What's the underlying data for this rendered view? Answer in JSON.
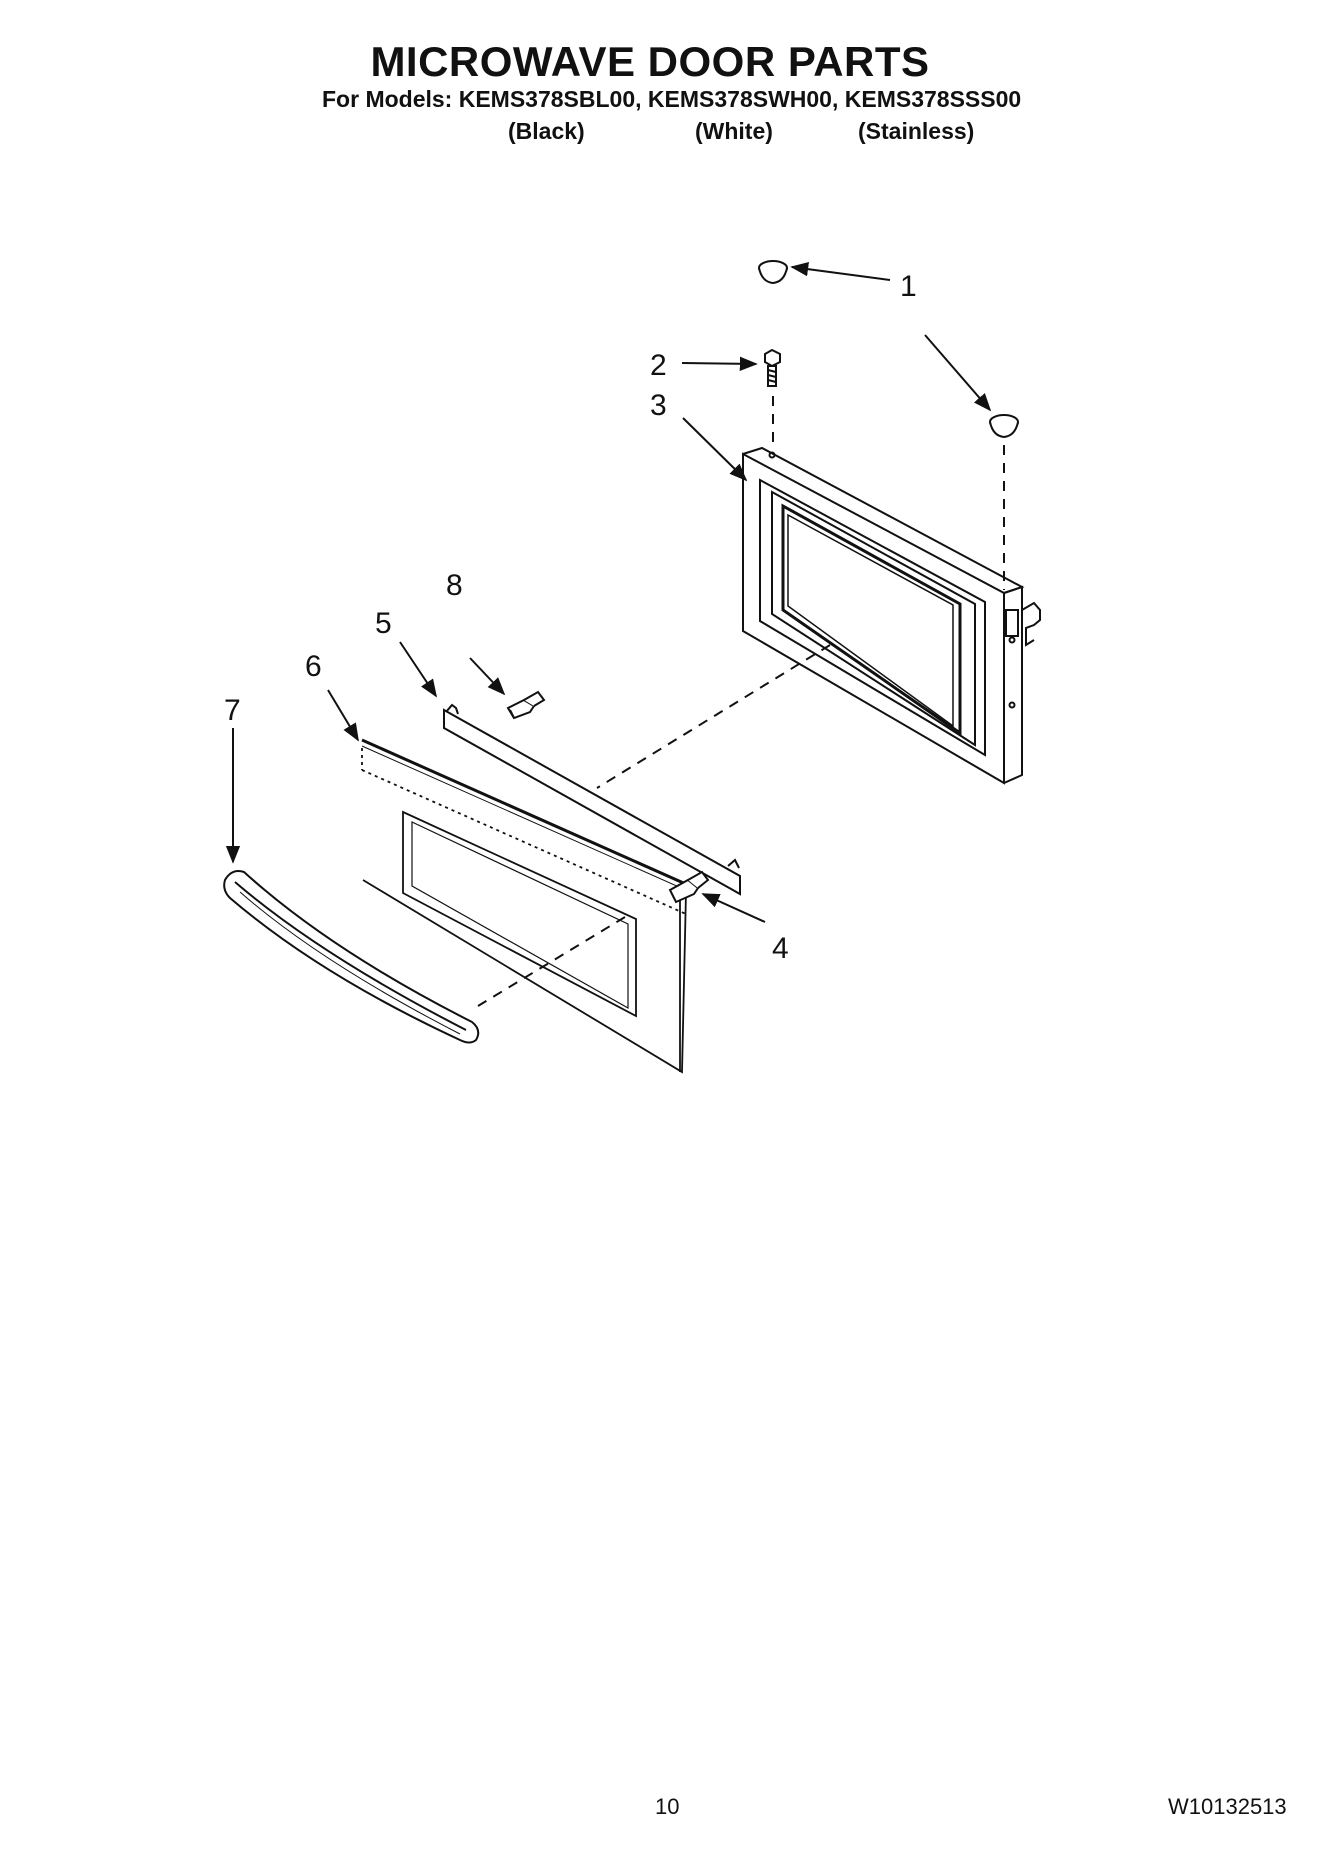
{
  "header": {
    "title": "MICROWAVE DOOR PARTS",
    "models_line": "For Models: KEMS378SBL00, KEMS378SWH00, KEMS378SSS00",
    "colors": {
      "black": "(Black)",
      "white": "(White)",
      "stainless": "(Stainless)"
    }
  },
  "diagram": {
    "callouts": [
      "1",
      "2",
      "3",
      "4",
      "5",
      "6",
      "7",
      "8"
    ],
    "line_color": "#111111"
  },
  "footer": {
    "page_number": "10",
    "document_number": "W10132513"
  }
}
